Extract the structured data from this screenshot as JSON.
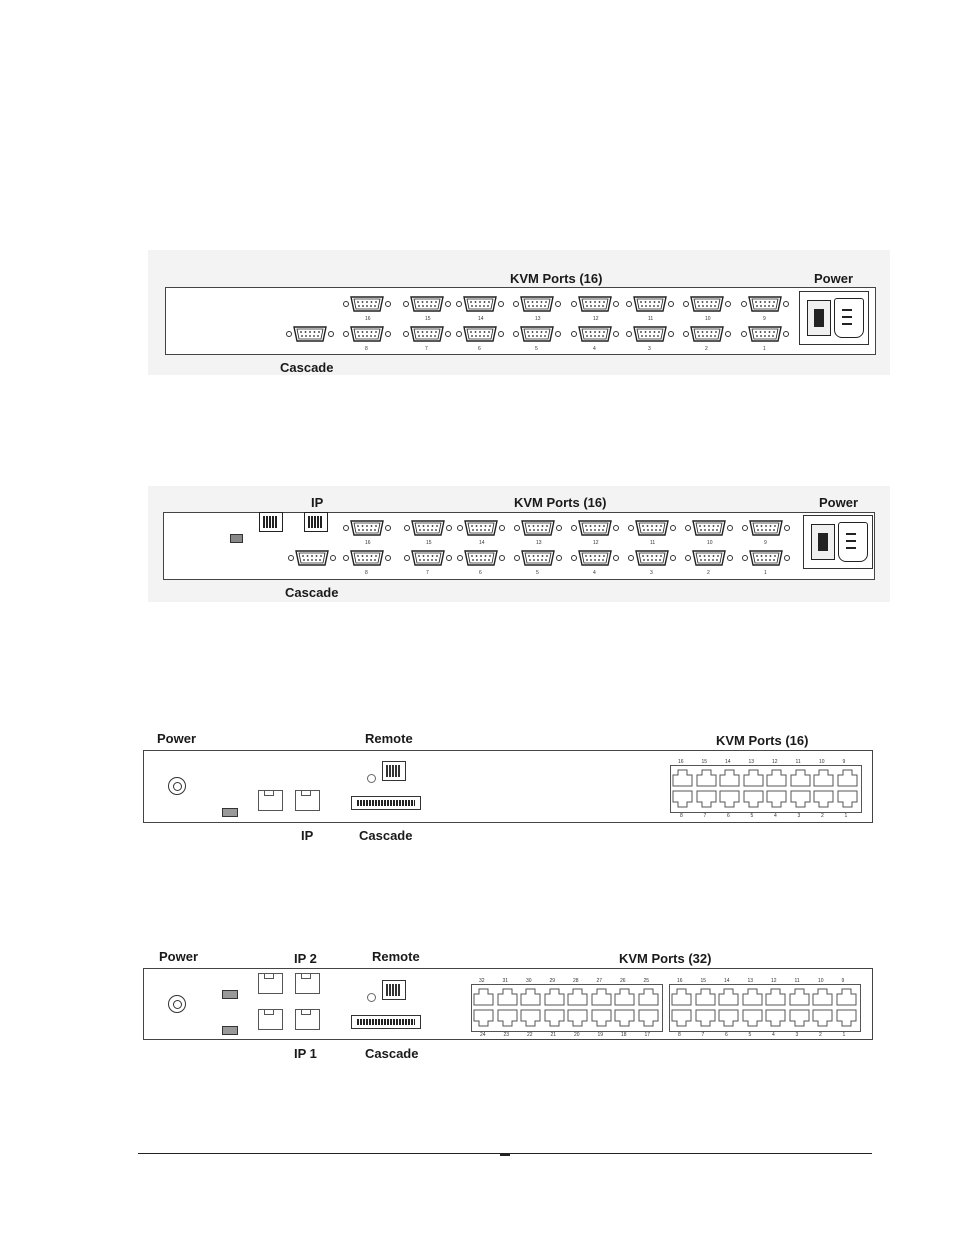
{
  "panels": [
    {
      "id": "panel1",
      "labels": {
        "kvm_ports": "KVM Ports (16)",
        "power": "Power",
        "cascade": "Cascade"
      },
      "top_port_numbers": [
        "16",
        "15",
        "14",
        "13",
        "12",
        "11",
        "10",
        "9"
      ],
      "bottom_port_numbers": [
        "8",
        "7",
        "6",
        "5",
        "4",
        "3",
        "2",
        "1"
      ]
    },
    {
      "id": "panel2",
      "labels": {
        "ip": "IP",
        "kvm_ports": "KVM Ports (16)",
        "power": "Power",
        "cascade": "Cascade"
      },
      "top_port_numbers": [
        "16",
        "15",
        "14",
        "13",
        "12",
        "11",
        "10",
        "9"
      ],
      "bottom_port_numbers": [
        "8",
        "7",
        "6",
        "5",
        "4",
        "3",
        "2",
        "1"
      ]
    },
    {
      "id": "panel3",
      "labels": {
        "power": "Power",
        "remote": "Remote",
        "kvm_ports": "KVM Ports (16)",
        "ip": "IP",
        "cascade": "Cascade"
      },
      "top_port_numbers": [
        "16",
        "15",
        "14",
        "13",
        "12",
        "11",
        "10",
        "9"
      ],
      "bottom_port_numbers": [
        "8",
        "7",
        "6",
        "5",
        "4",
        "3",
        "2",
        "1"
      ]
    },
    {
      "id": "panel4",
      "labels": {
        "power": "Power",
        "ip2": "IP 2",
        "remote": "Remote",
        "kvm_ports": "KVM Ports (32)",
        "ip1": "IP 1",
        "cascade": "Cascade"
      },
      "left_block_top_numbers": [
        "32",
        "31",
        "30",
        "29",
        "28",
        "27",
        "26",
        "25"
      ],
      "left_block_bottom_numbers": [
        "24",
        "23",
        "22",
        "21",
        "20",
        "19",
        "18",
        "17"
      ],
      "right_block_top_numbers": [
        "16",
        "15",
        "14",
        "13",
        "12",
        "11",
        "10",
        "9"
      ],
      "right_block_bottom_numbers": [
        "8",
        "7",
        "6",
        "5",
        "4",
        "3",
        "2",
        "1"
      ]
    }
  ]
}
